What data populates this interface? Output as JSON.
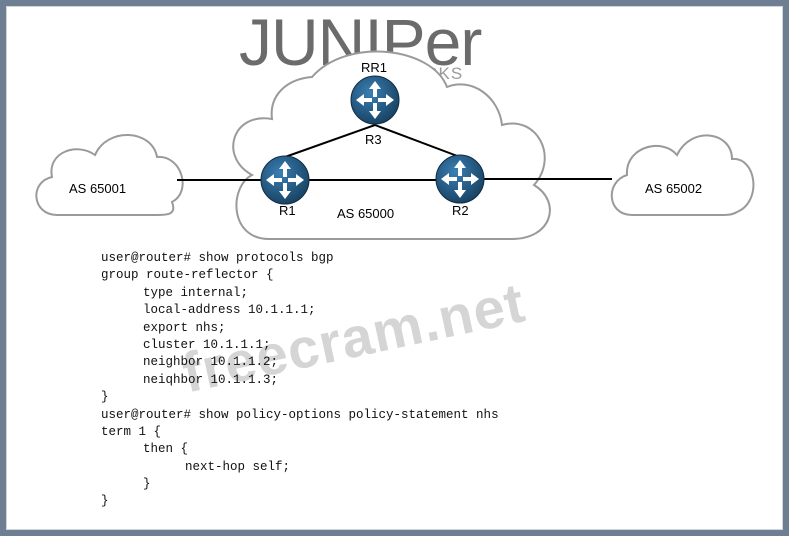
{
  "logo": {
    "brand": "JUNIPer",
    "sub": "NETWORKS"
  },
  "watermark": "freecram.net",
  "topology": {
    "routers": {
      "rr1": "RR1",
      "r3": "R3",
      "r1": "R1",
      "r2": "R2"
    },
    "as_core": "AS 65000",
    "as_left": "AS 65001",
    "as_right": "AS 65002"
  },
  "colors": {
    "router": "#1e4f77",
    "frame_bg": "#6f7f93",
    "cloud_stroke": "#9a9a9a"
  },
  "cli": {
    "line1": "user@router# show protocols bgp",
    "line2": "group route-reflector {",
    "line3": "type internal;",
    "line4": "local-address 10.1.1.1;",
    "line5": "export nhs;",
    "line6": "cluster 10.1.1.1;",
    "line7": "neighbor 10.1.1.2;",
    "line8": "neiqhbor 10.1.1.3;",
    "line9": "}",
    "line10": "user@router# show policy-options policy-statement nhs",
    "line11": "term 1 {",
    "line12": "then {",
    "line13": "next-hop self;",
    "line14": "}",
    "line15": "}"
  }
}
